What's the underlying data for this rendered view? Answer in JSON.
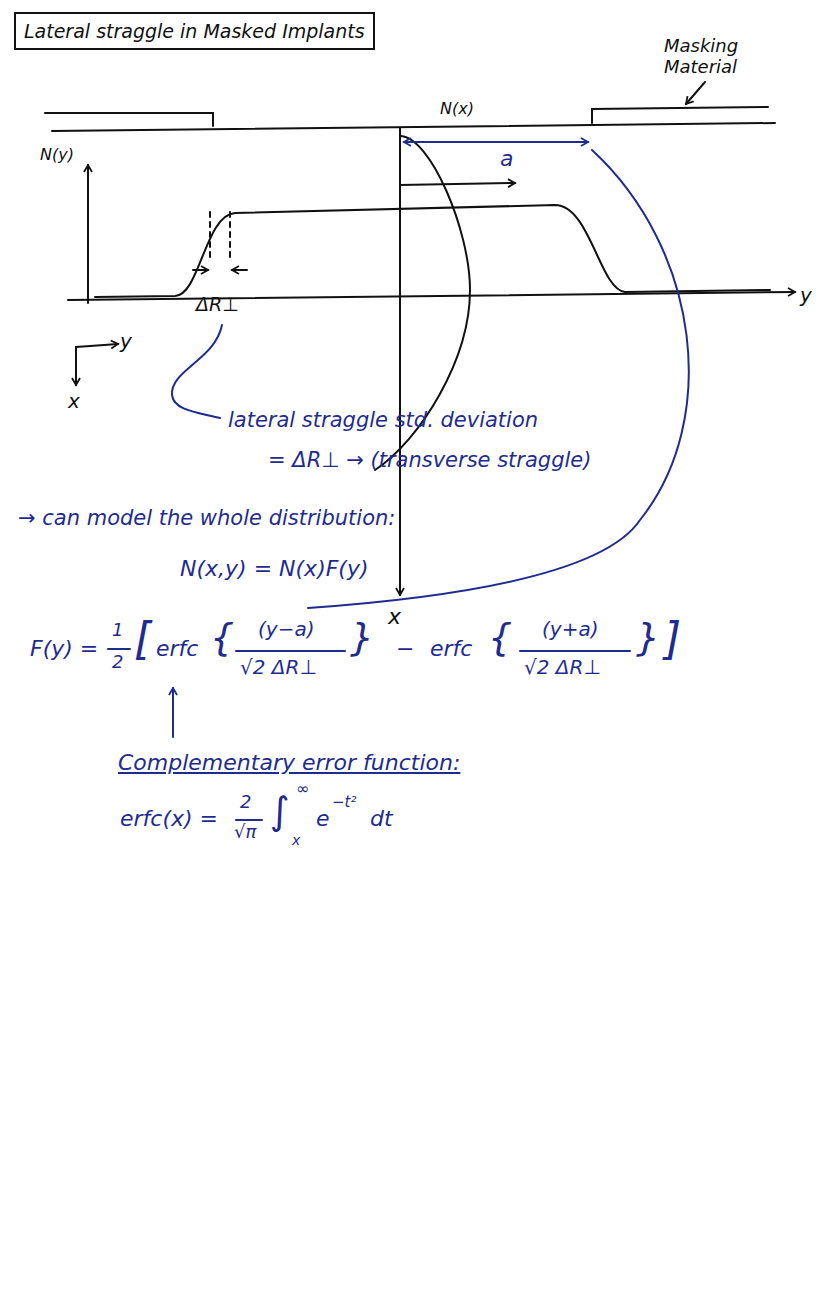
{
  "diagram": {
    "title": "Lateral straggle in Masked Implants",
    "labels": [
      "Masking Material",
      "N(x)",
      "N(y)",
      "y",
      "ΔR⊥",
      "y",
      "x",
      "x",
      "a",
      "lateral straggle std. deviation",
      "= ΔR⊥ → (transverse straggle)",
      "→ can model the whole distribution:",
      "N(x,y) = N(x)F(y)",
      "F(y) =",
      "1",
      "2",
      "[",
      "erfc",
      "{",
      "(y−a)",
      "√2 ΔR⊥",
      "}",
      "−",
      "erfc",
      "{",
      "(y+a)",
      "√2 ΔR⊥",
      "}",
      "]",
      "Complementary error function:",
      "erfc(x) =",
      "2",
      "√π",
      "∫",
      "x",
      "∞",
      "e",
      "−t²",
      "dt"
    ]
  }
}
